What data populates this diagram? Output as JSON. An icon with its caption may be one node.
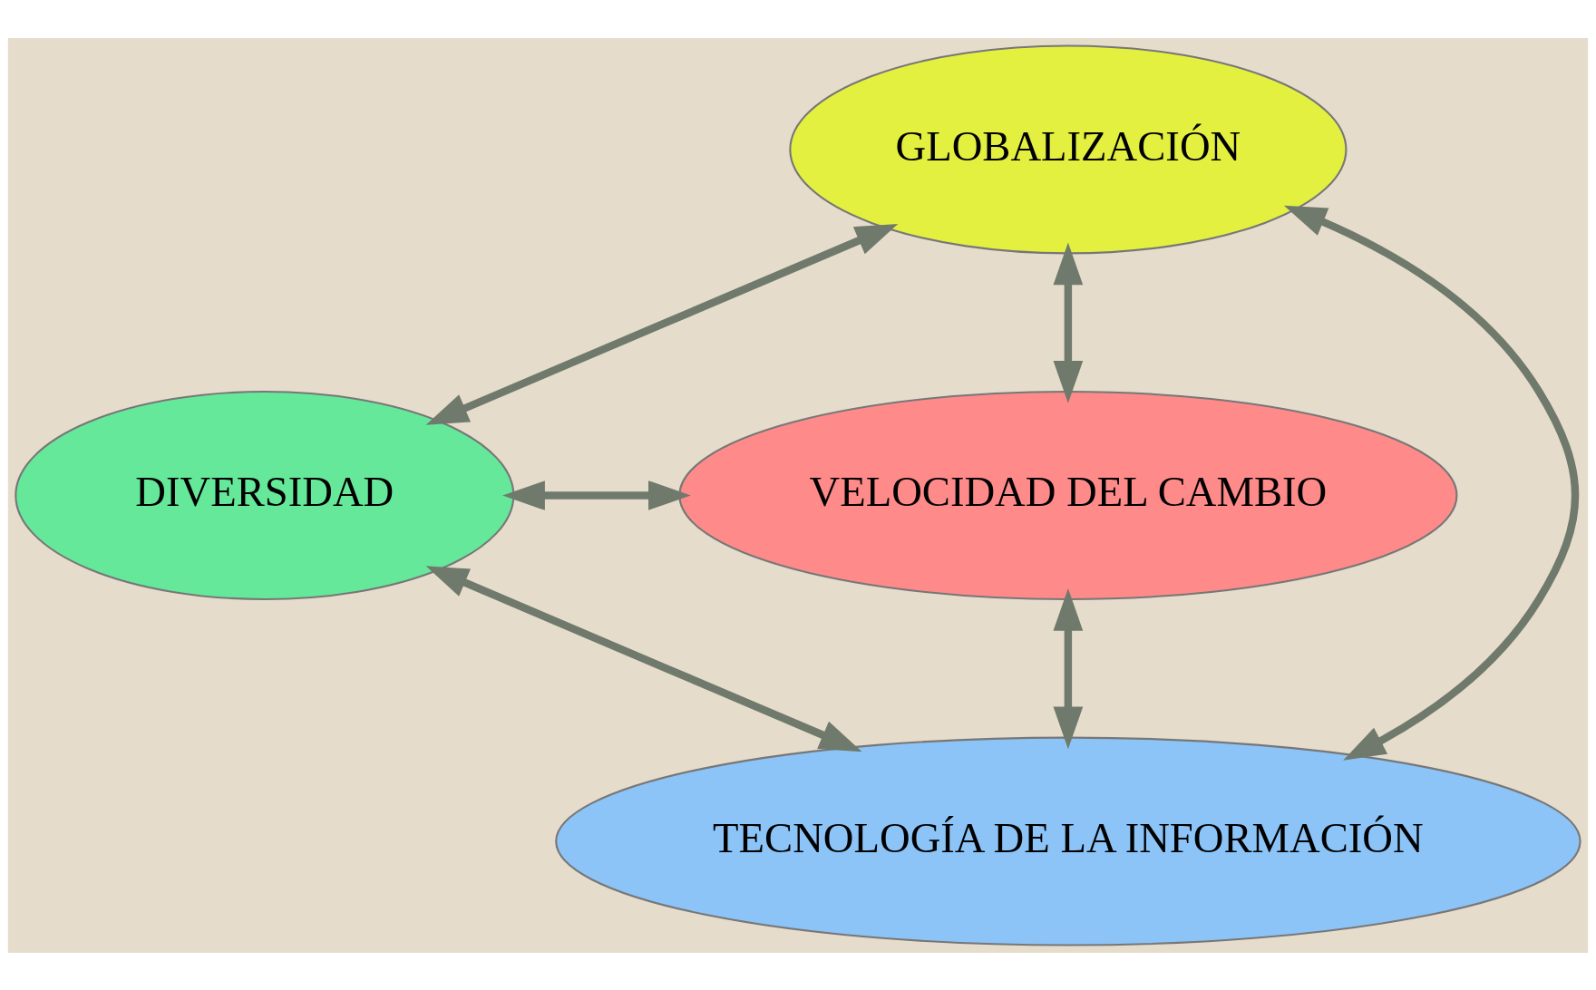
{
  "diagram": {
    "nodes": [
      {
        "text": [
          "GLOBALIZACIÓN"
        ]
      },
      {
        "text": [
          "DIVERSIDAD"
        ]
      },
      {
        "text": [
          "VELOCIDAD DEL CAMBIO"
        ]
      },
      {
        "text": [
          "TECNOLOGÍA DE LA INFORMACIÓN"
        ]
      }
    ],
    "edges": [
      {
        "from": 0,
        "to": 1,
        "arrow": "both"
      },
      {
        "from": 0,
        "to": 2,
        "arrow": "both"
      },
      {
        "from": 1,
        "to": 3,
        "arrow": "both"
      },
      {
        "from": 2,
        "to": 3,
        "arrow": "both"
      },
      {
        "from": 0,
        "to": 3,
        "arrow": "both"
      },
      {
        "from": 1,
        "to": 2,
        "arrow": "both"
      }
    ]
  }
}
